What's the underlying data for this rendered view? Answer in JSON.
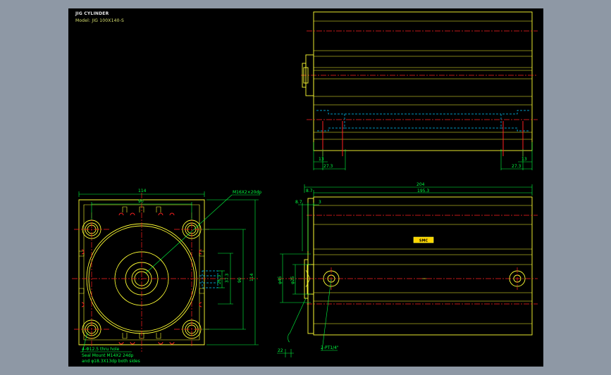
{
  "header": {
    "title": "JIG CYLINDER",
    "model": "Model: JIG 100X140-S"
  },
  "colors": {
    "background": "#000000",
    "outline": "#ffff33",
    "center_line": "#ff2020",
    "dimension": "#00ff40",
    "hidden": "#00c8ff",
    "frame": "#8e98a5"
  },
  "front_view": {
    "dim_overall_width": "114",
    "dim_bolt_spacing": "90",
    "dim_overall_height": "114",
    "dim_bolt_spacing_v": "90",
    "dim_port_offset": "37.3",
    "dim_port_width": "26.3",
    "rod_thread_callout": "M16X2×20dp",
    "hole_note_1": "4-Φ12.5 thru hole",
    "hole_note_2": "Seal Mount M14X2 24dp",
    "hole_note_3": "and φ18.3X13dp both sides"
  },
  "top_view": {
    "dim_left_13": "13",
    "dim_right_13": "13",
    "dim_left_27": "27.3",
    "dim_right_27": "27.3"
  },
  "side_view": {
    "dim_total_length": "204",
    "dim_body_length": "195.3",
    "dim_head": "8.7",
    "dim_8_7": "8.7",
    "dim_3": "3",
    "dim_rod_dia": "φ45",
    "dim_bore_dia": "φ25",
    "dim_rod_extension": "22",
    "port_callout": "2-PT1/4\"",
    "label_plate": "SMC"
  }
}
